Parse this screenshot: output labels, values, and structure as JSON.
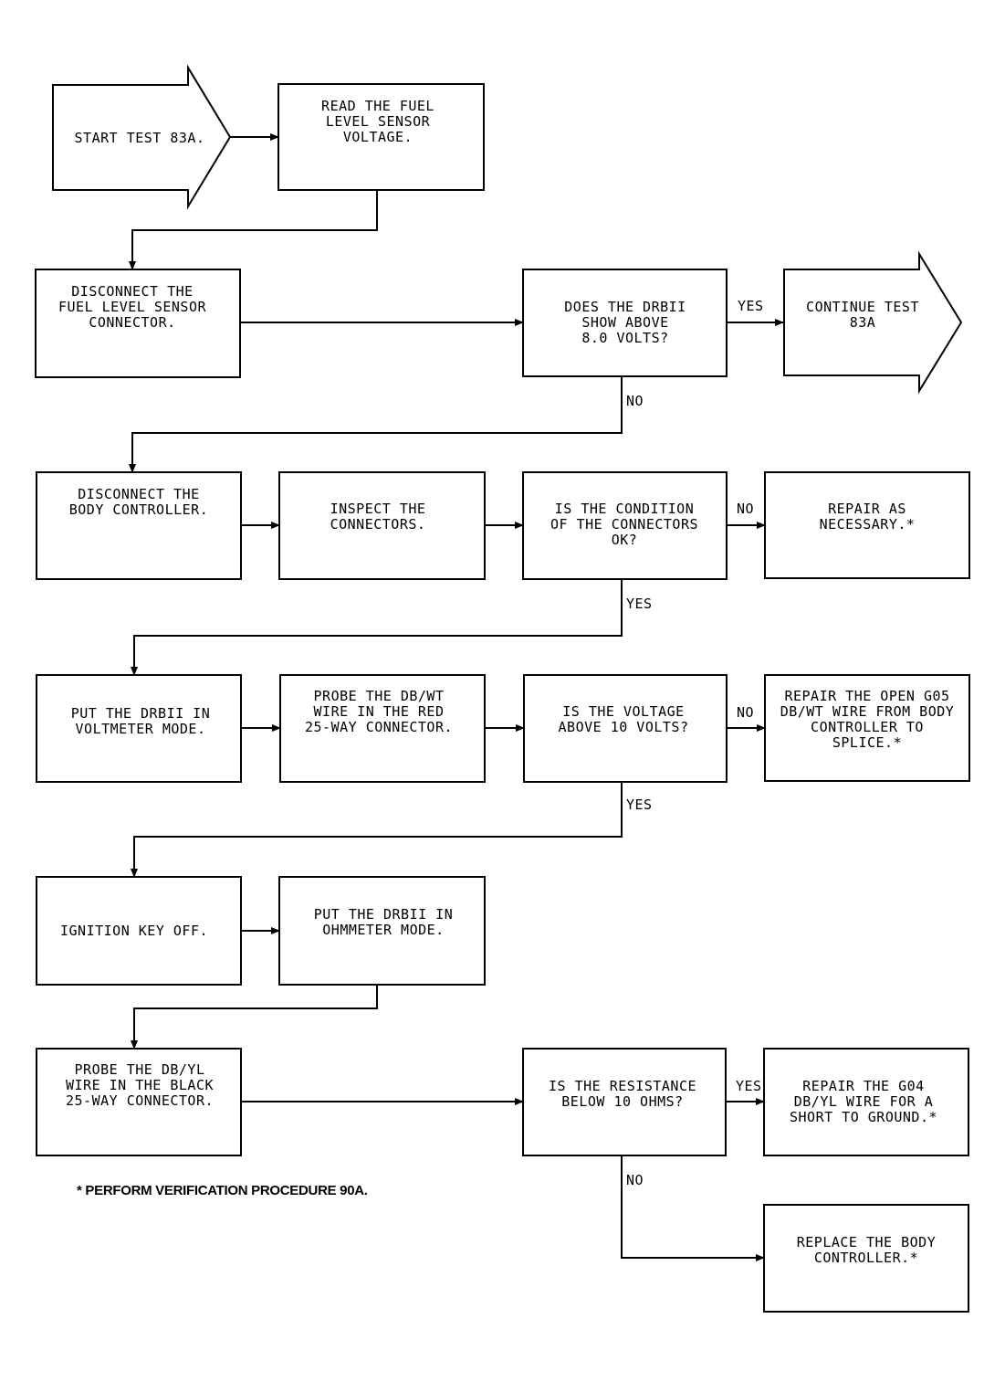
{
  "nodes": {
    "start": [
      "START TEST 83A."
    ],
    "read_voltage": [
      "READ THE FUEL",
      "LEVEL SENSOR",
      "VOLTAGE."
    ],
    "disconnect_sensor": [
      "DISCONNECT THE",
      "FUEL LEVEL SENSOR",
      "CONNECTOR."
    ],
    "q_drbii_above_8": [
      "DOES THE DRBII",
      "SHOW ABOVE",
      "8.0 VOLTS?"
    ],
    "continue": [
      "CONTINUE TEST",
      "83A"
    ],
    "disconnect_body": [
      "DISCONNECT THE",
      "BODY CONTROLLER."
    ],
    "inspect_connectors": [
      "INSPECT THE",
      "CONNECTORS."
    ],
    "q_connectors_ok": [
      "IS THE CONDITION",
      "OF THE CONNECTORS",
      "OK?"
    ],
    "repair_as_necessary": [
      "REPAIR AS",
      "NECESSARY.*"
    ],
    "voltmeter_mode": [
      "PUT THE DRBII IN",
      "VOLTMETER MODE."
    ],
    "probe_dbwt": [
      "PROBE THE DB/WT",
      "WIRE IN THE RED",
      "25-WAY CONNECTOR."
    ],
    "q_voltage_above_10": [
      "IS THE VOLTAGE",
      "ABOVE 10 VOLTS?"
    ],
    "repair_open_g05": [
      "REPAIR THE OPEN G05",
      "DB/WT WIRE FROM BODY",
      "CONTROLLER TO",
      "SPLICE.*"
    ],
    "ignition_off": [
      "IGNITION KEY OFF."
    ],
    "ohmmeter_mode": [
      "PUT THE DRBII IN",
      "OHMMETER MODE."
    ],
    "probe_dbyl": [
      "PROBE THE DB/YL",
      "WIRE IN THE BLACK",
      "25-WAY CONNECTOR."
    ],
    "q_resistance_below_10": [
      "IS THE RESISTANCE",
      "BELOW 10 OHMS?"
    ],
    "repair_g04": [
      "REPAIR THE G04",
      "DB/YL WIRE FOR A",
      "SHORT TO GROUND.*"
    ],
    "replace_body": [
      "REPLACE THE BODY",
      "CONTROLLER.*"
    ]
  },
  "edge_labels": {
    "q1_yes": "YES",
    "q1_no": "NO",
    "q2_no": "NO",
    "q2_yes": "YES",
    "q3_no": "NO",
    "q3_yes": "YES",
    "q4_yes": "YES",
    "q4_no": "NO"
  },
  "footnote": "* PERFORM VERIFICATION PROCEDURE 90A."
}
